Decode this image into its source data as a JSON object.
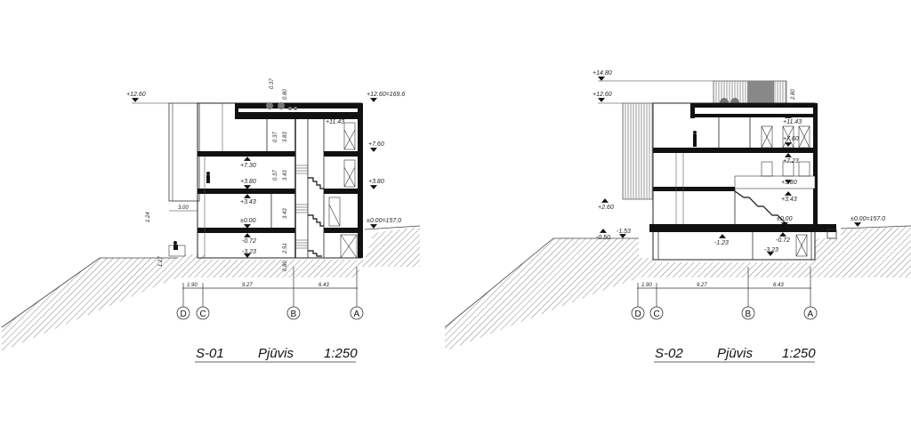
{
  "sections": [
    {
      "id": "S-01",
      "title": {
        "code": "S-01",
        "name": "Pjūvis",
        "scale": "1:250"
      },
      "levels": {
        "top_left": "+12.60",
        "top_right": "+12.60=169.6",
        "roof_slab": "+11.43",
        "floor3_right": "+7.60",
        "floor3_left": "+7.30",
        "floor2_right": "+3.80",
        "floor2_left": "+3.80",
        "floor2_under": "+3.43",
        "ground_left": "±0.00",
        "ground_right": "±0.00=157.0",
        "basement_top": "-0.72",
        "basement": "-3.23"
      },
      "dimensions": {
        "roof_a": "0.37",
        "roof_b": "0.80",
        "f3_a": "0.37",
        "f3_b": "3.83",
        "f2_a": "0.37",
        "f2_b": "3.43",
        "f1": "3.43",
        "basement_h": "2.51",
        "foundation": "0.80",
        "terrace": "3.00",
        "wall_a": "1.24",
        "wall_b": "1.27"
      },
      "grid": {
        "spans": [
          "1.90",
          "9.27",
          "6.43"
        ],
        "axes": [
          "D",
          "C",
          "B",
          "A"
        ]
      }
    },
    {
      "id": "S-02",
      "title": {
        "code": "S-02",
        "name": "Pjūvis",
        "scale": "1:250"
      },
      "levels": {
        "top_roof": "+14.80",
        "top_left": "+12.60",
        "roof_slab": "+11.43",
        "floor3": "+7.60",
        "floor3_under": "+7.23",
        "floor2": "+3.80",
        "floor2_under": "+3.43",
        "terrace": "+2.60",
        "ground": "±0.00",
        "ground_right": "±0.00=157.0",
        "outside_low": "-0.50",
        "outside_step": "-1.53",
        "basement_mid": "-1.23",
        "basement_top": "-0.72",
        "basement": "-3.23"
      },
      "dimensions": {
        "roof_structure": "2.80"
      },
      "grid": {
        "spans": [
          "1.90",
          "9.27",
          "6.43"
        ],
        "axes": [
          "D",
          "C",
          "B",
          "A"
        ]
      }
    }
  ]
}
